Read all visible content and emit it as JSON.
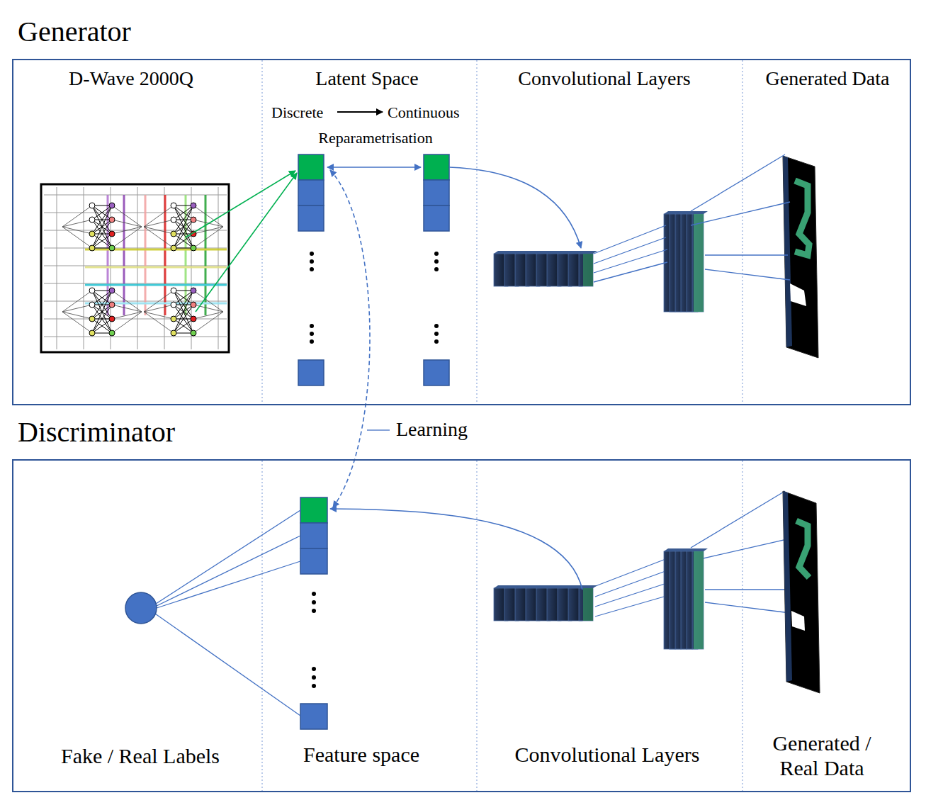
{
  "diagram": {
    "nodes": [
      {
        "text": [
          "Generator"
        ]
      },
      {
        "text": [
          "Discriminator"
        ]
      }
    ],
    "labels": [
      "D-Wave 2000Q",
      "Latent Space",
      "Convolutional Layers",
      "Generated Data",
      "Discrete",
      "Continuous",
      "Reparametrisation",
      "Learning",
      "Fake / Real Labels",
      "Feature space",
      "Convolutional Layers",
      "Generated / Real Data"
    ]
  }
}
